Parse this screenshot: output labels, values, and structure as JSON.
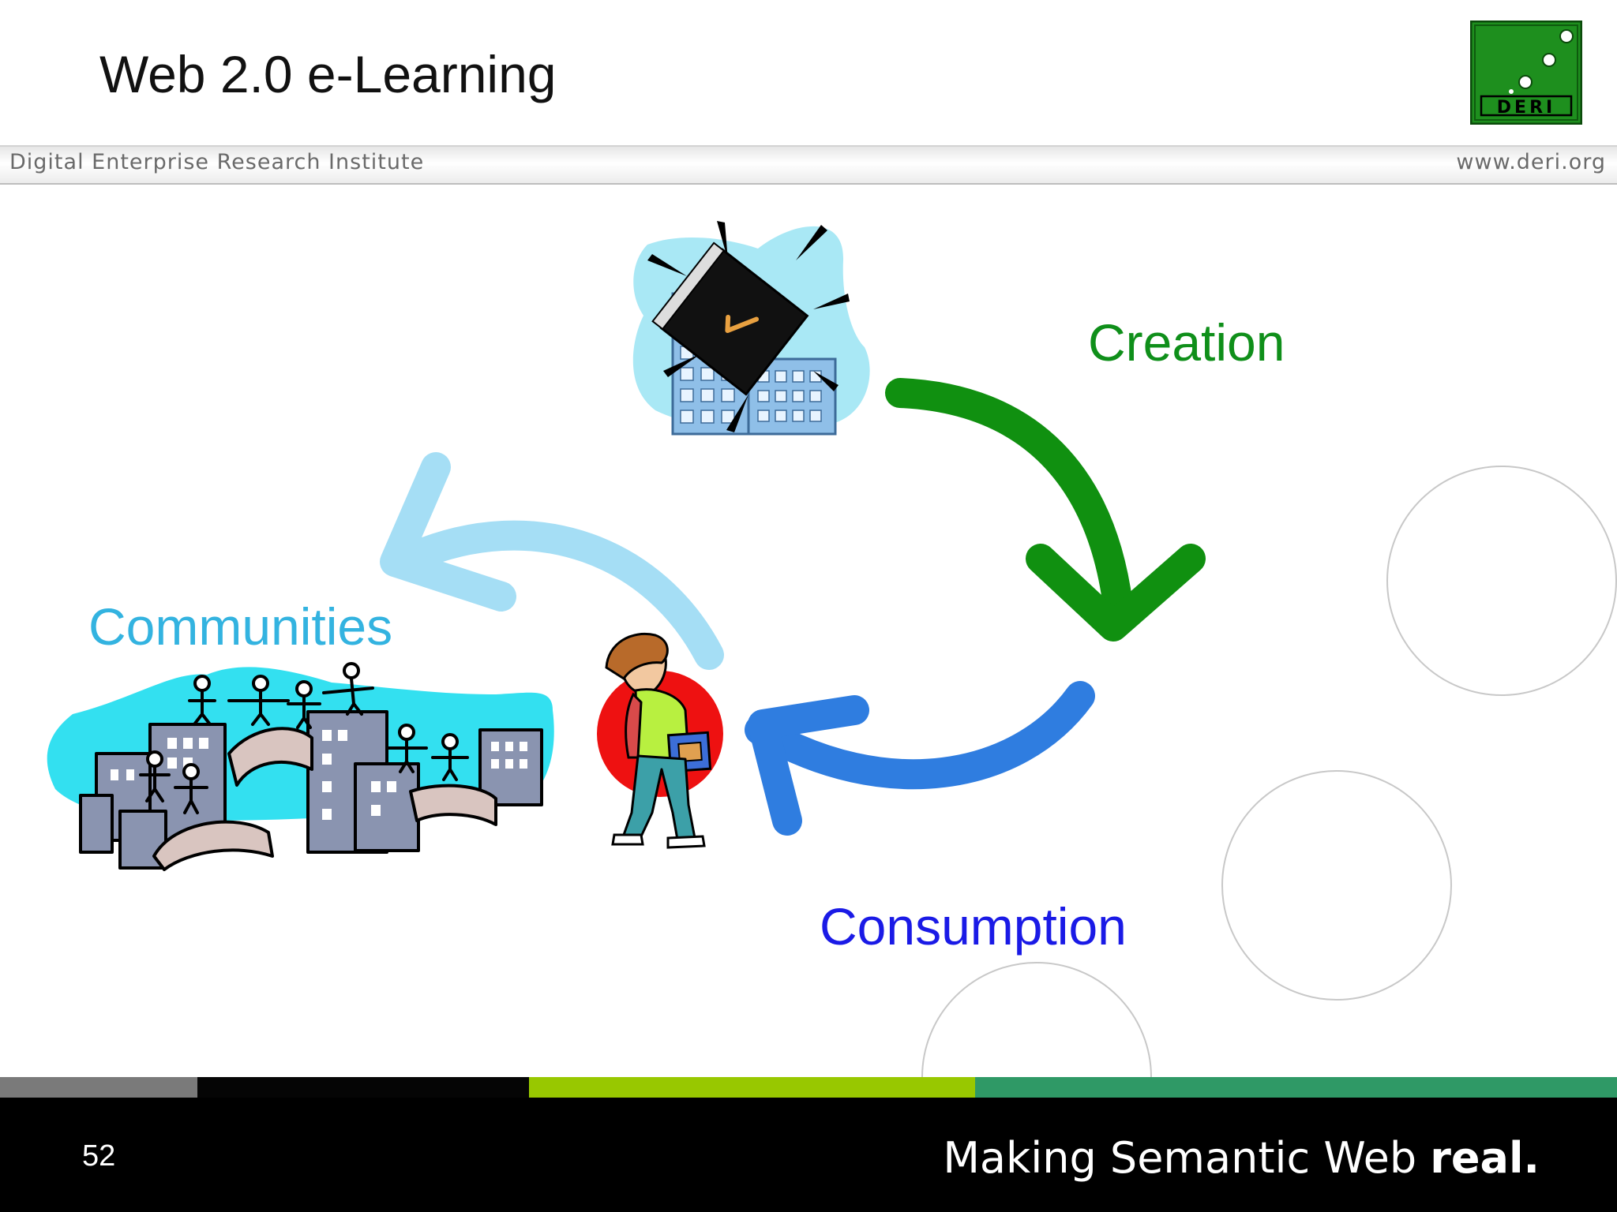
{
  "slide": {
    "title": "Web 2.0 e-Learning",
    "institute": "Digital Enterprise Research Institute",
    "website": "www.deri.org",
    "logo_text": "DERI",
    "page_number": "52",
    "tagline_regular": "Making Semantic Web ",
    "tagline_bold": "real."
  },
  "diagram": {
    "labels": {
      "creation": "Creation",
      "communities": "Communities",
      "consumption": "Consumption"
    },
    "icons": [
      "building-with-notebook-icon",
      "city-community-icon",
      "student-icon"
    ]
  },
  "colors": {
    "creation": "#0f8f1a",
    "communities": "#33b3e0",
    "consumption": "#1a1ae6",
    "creation_arrow": "#109010",
    "consumption_arrow": "#2f7de0",
    "communities_arrow": "#a5def5",
    "footer_gray": "#7a7a7a",
    "footer_lime": "#98c800",
    "footer_green": "#2f9966",
    "logo_green": "#1e8f1e"
  }
}
